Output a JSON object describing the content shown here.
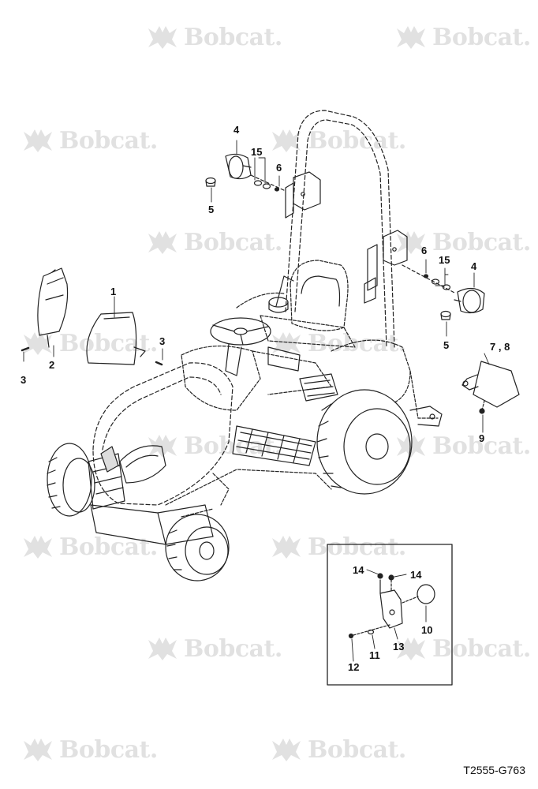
{
  "watermark": {
    "text": "Bobcat.",
    "icon": "bobcat-logo-icon"
  },
  "drawing_code": "T2555-G763",
  "callouts": {
    "c1": "1",
    "c2": "2",
    "c3a": "3",
    "c3b": "3",
    "c4a": "4",
    "c4b": "4",
    "c5a": "5",
    "c5b": "5",
    "c6a": "6",
    "c6b": "6",
    "c78": "7 , 8",
    "c9": "9",
    "c10": "10",
    "c11": "11",
    "c12": "12",
    "c13": "13",
    "c14a": "14",
    "c14b": "14",
    "c15a": "15",
    "c15b": "15"
  }
}
